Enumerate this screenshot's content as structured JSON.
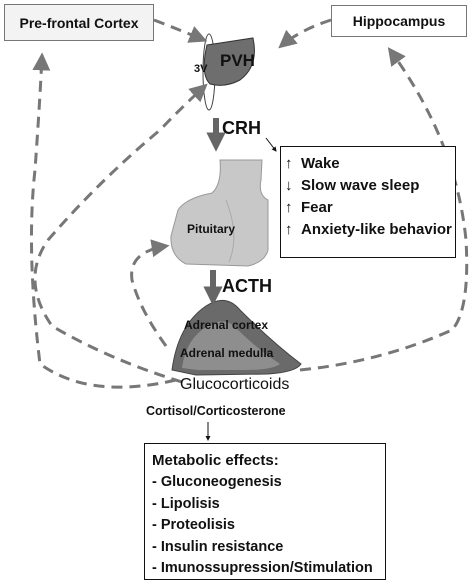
{
  "nodes": {
    "prefrontal_cortex": "Pre-frontal Cortex",
    "hippocampus": "Hippocampus",
    "pvh": "PVH",
    "third_ventricle": "3V",
    "pituitary": "Pituitary",
    "adrenal_cortex": "Adrenal cortex",
    "adrenal_medulla": "Adrenal medulla"
  },
  "hormones": {
    "crh": "CRH",
    "acth": "ACTH",
    "glucocorticoids": "Glucocorticoids",
    "cortisol": "Cortisol/Corticosterone"
  },
  "crh_effects": [
    {
      "arrow": "↑",
      "text": "Wake"
    },
    {
      "arrow": "↓",
      "text": "Slow wave sleep"
    },
    {
      "arrow": "↑",
      "text": "Fear"
    },
    {
      "arrow": "↑",
      "text": "Anxiety-like behavior"
    }
  ],
  "metabolic": {
    "title": "Metabolic effects:",
    "items": [
      "- Gluconeogenesis",
      "- Lipolisis",
      "- Proteolisis",
      "- Insulin resistance",
      "- Imunossupression/Stimulation"
    ]
  },
  "colors": {
    "dashed_arrow": "#777777",
    "solid_arrow": "#666666",
    "pvh_fill": "#6e6e6e",
    "pituitary_fill": "#c8c8c8",
    "adrenal_outer": "#6a6a6a",
    "adrenal_inner": "#8e8e8e"
  }
}
